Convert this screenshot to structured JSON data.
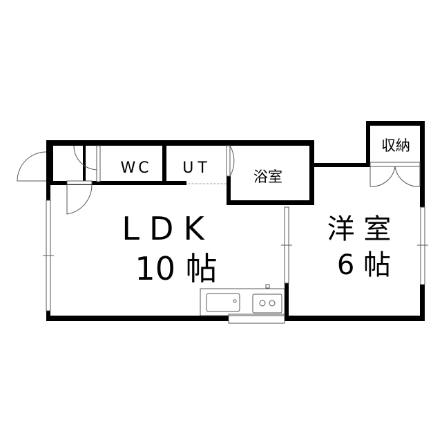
{
  "rooms": {
    "wc": "WC",
    "ut": "UT",
    "bath": "浴室",
    "storage": "収納",
    "ldk_name": "LDK",
    "ldk_size": "10 帖",
    "western_name": "洋 室",
    "western_size": "6 帖"
  },
  "colors": {
    "wall": "#000000",
    "line": "#555555"
  }
}
